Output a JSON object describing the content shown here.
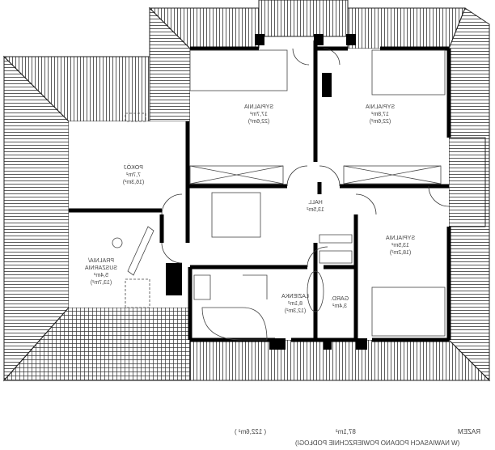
{
  "rooms": {
    "bedroom1": {
      "name": "SYPIALNIA",
      "area": "17,7m²",
      "floor": "(22,6m²)"
    },
    "bedroom2": {
      "name": "SYPIALNIA",
      "area": "17,8m²",
      "floor": "(22,6m²)"
    },
    "room": {
      "name": "POKÓJ",
      "area": "7,7m²",
      "floor": "(16,3m²)"
    },
    "hall": {
      "name": "HALL",
      "area": "13,5m²"
    },
    "bedroom3": {
      "name": "SYPIALNIA",
      "area": "13,5m²",
      "floor": "(18,2m²)"
    },
    "laundry": {
      "name": "PRALNIA/ SUSZARNIA",
      "area": "5,4m²",
      "floor": "(13,7m²)"
    },
    "bathroom": {
      "name": "ŁAZIENKA",
      "area": "8,1m²",
      "floor": "(12,3m²)"
    },
    "wardrobe": {
      "name": "GARD.",
      "area": "3,4m²"
    }
  },
  "summary": {
    "label": "RAZEM",
    "area": "87,1m²",
    "floor": "( 122,6m² )",
    "note": "(W NAWIASACH PODANO POWIERZCHNIE PODŁOGI)"
  }
}
